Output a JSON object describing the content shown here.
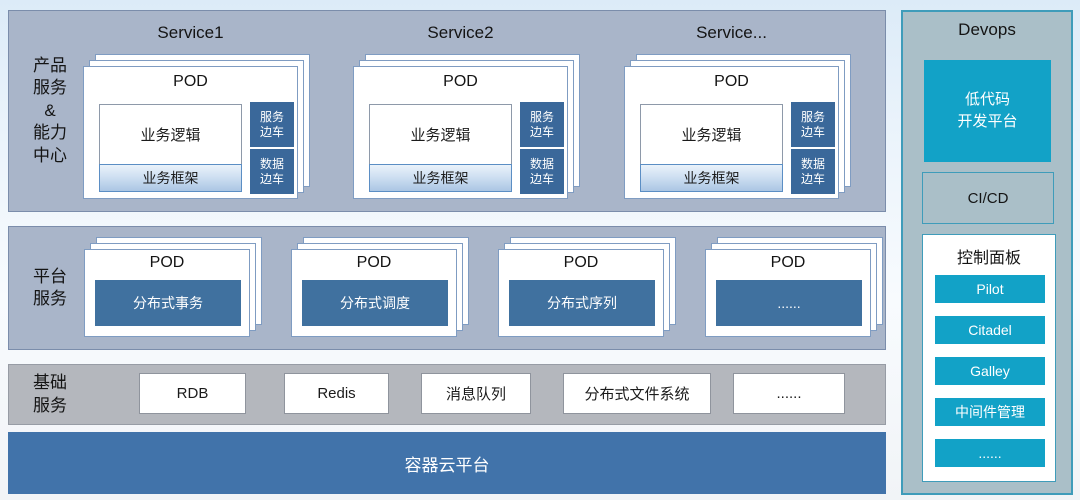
{
  "product_band": {
    "label": "产品\n服务\n&\n能力\n中心",
    "services": [
      {
        "title": "Service1",
        "pod": "POD",
        "logic": "业务逻辑",
        "framework": "业务框架",
        "sidecar1": "服务\n边车",
        "sidecar2": "数据\n边车"
      },
      {
        "title": "Service2",
        "pod": "POD",
        "logic": "业务逻辑",
        "framework": "业务框架",
        "sidecar1": "服务\n边车",
        "sidecar2": "数据\n边车"
      },
      {
        "title": "Service...",
        "pod": "POD",
        "logic": "业务逻辑",
        "framework": "业务框架",
        "sidecar1": "服务\n边车",
        "sidecar2": "数据\n边车"
      }
    ]
  },
  "platform_band": {
    "label": "平台\n服务",
    "pods": [
      {
        "pod": "POD",
        "name": "分布式事务"
      },
      {
        "pod": "POD",
        "name": "分布式调度"
      },
      {
        "pod": "POD",
        "name": "分布式序列"
      },
      {
        "pod": "POD",
        "name": "......"
      }
    ]
  },
  "infra_band": {
    "label": "基础\n服务",
    "items": [
      "RDB",
      "Redis",
      "消息队列",
      "分布式文件系统",
      "......"
    ]
  },
  "container_bar": {
    "label": "容器云平台"
  },
  "devops": {
    "title": "Devops",
    "lowcode": "低代码\n开发平台",
    "cicd": "CI/CD",
    "panel_title": "控制面板",
    "panel_items": [
      "Pilot",
      "Citadel",
      "Galley",
      "中间件管理",
      "......"
    ]
  },
  "colors": {
    "band_bg": "#a9b5c9",
    "infra_bg": "#b4b7bd",
    "container_bg": "#4173aa",
    "dark_blue": "#3a689a",
    "accent_cyan": "#12a2c7",
    "devops_bg": "#aabfc8",
    "devops_border": "#3f9cba"
  }
}
